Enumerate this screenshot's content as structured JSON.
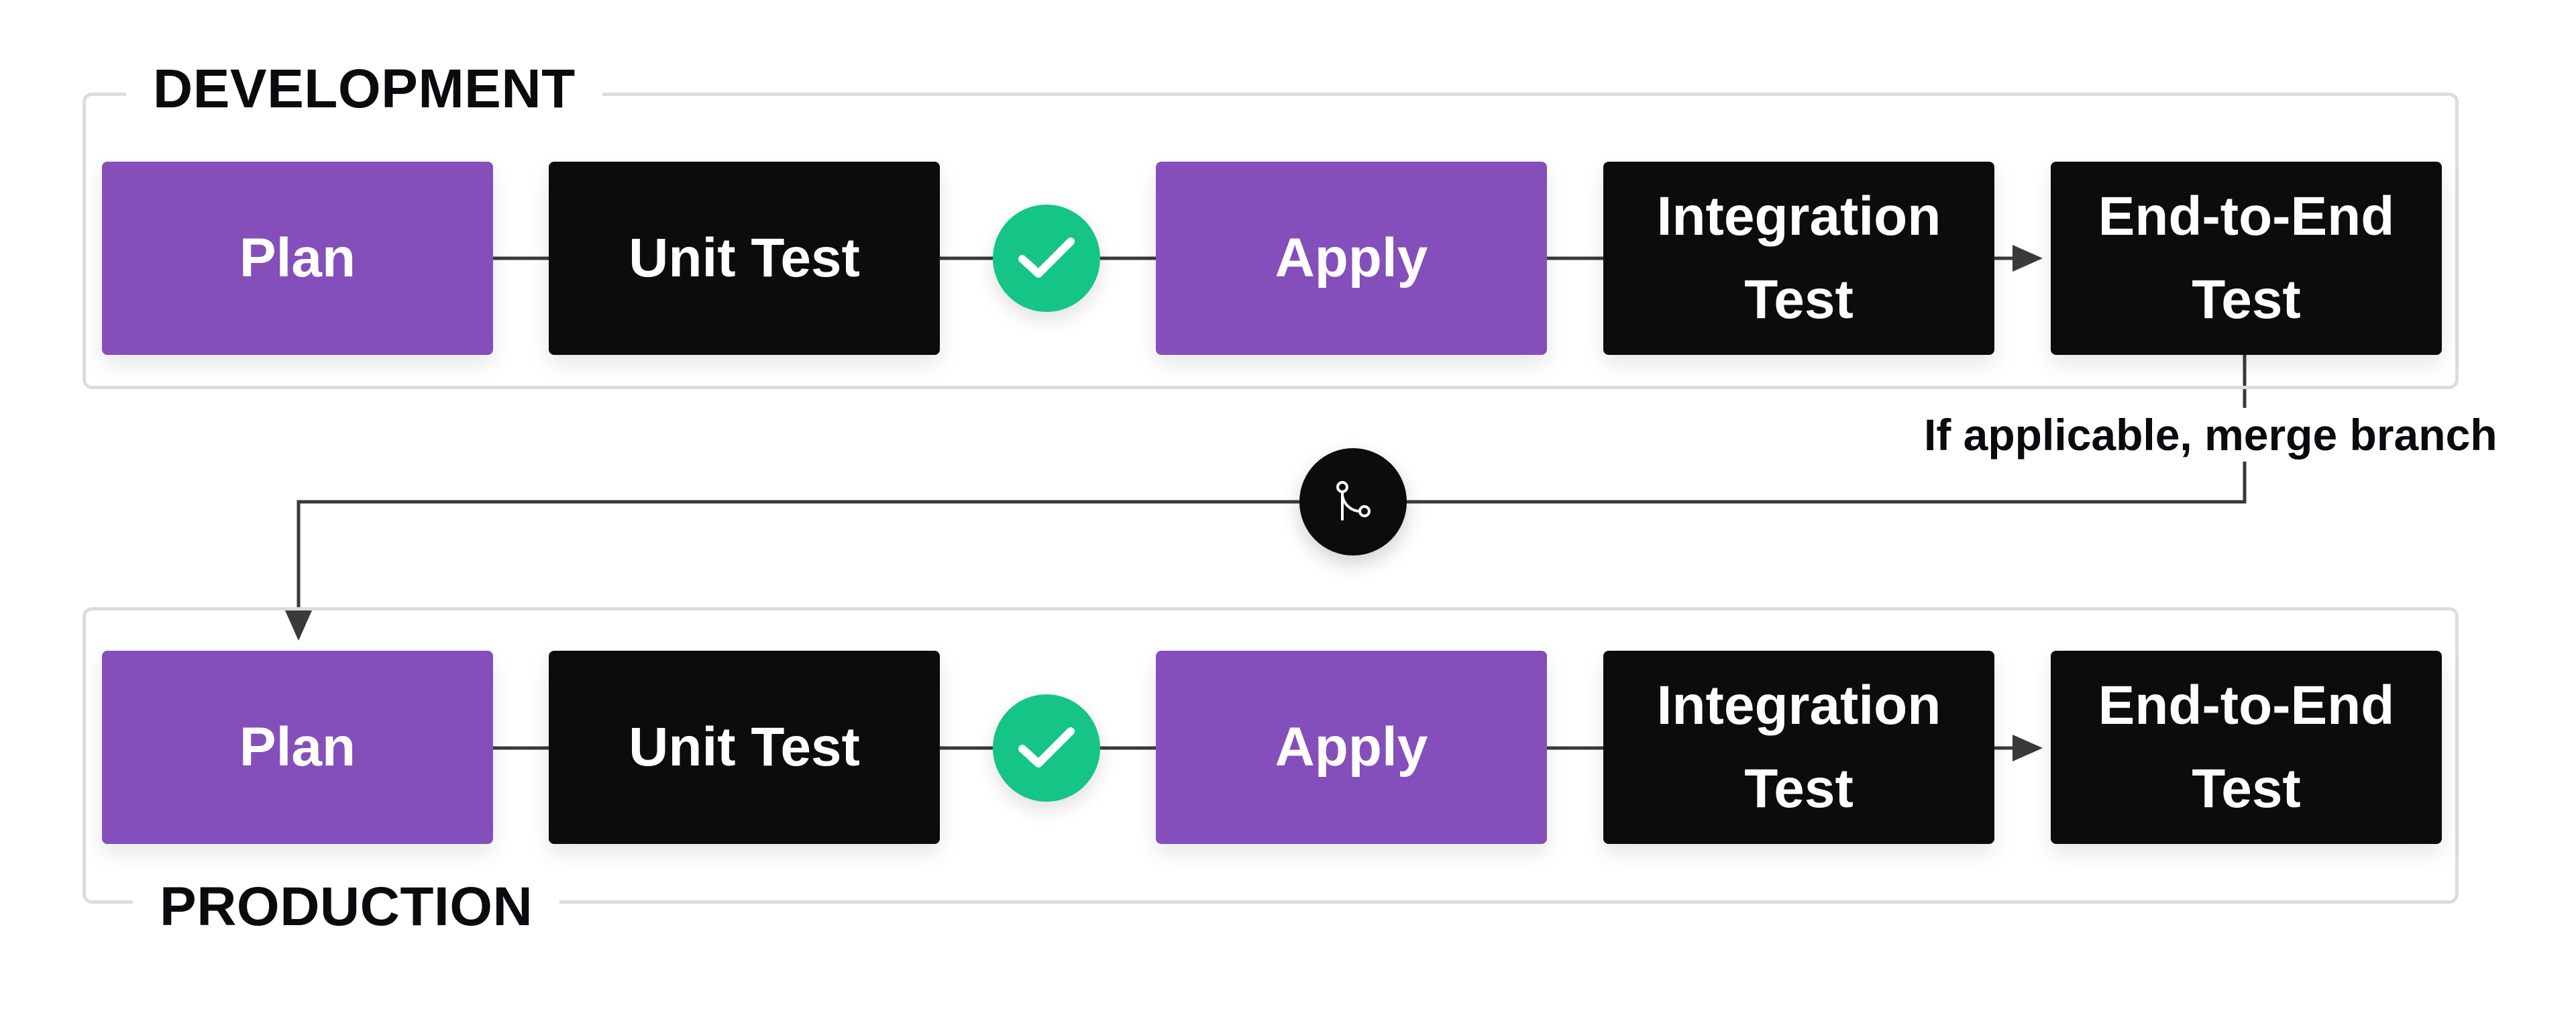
{
  "sections": {
    "development": {
      "title": "DEVELOPMENT",
      "steps": [
        {
          "label": "Plan",
          "style": "purple"
        },
        {
          "label": "Unit Test",
          "style": "black"
        },
        {
          "label": "Apply",
          "style": "purple"
        },
        {
          "label": "Integration\nTest",
          "style": "black"
        },
        {
          "label": "End-to-End\nTest",
          "style": "black"
        }
      ],
      "checkpoint_icon": "check-icon"
    },
    "production": {
      "title": "PRODUCTION",
      "steps": [
        {
          "label": "Plan",
          "style": "purple"
        },
        {
          "label": "Unit Test",
          "style": "black"
        },
        {
          "label": "Apply",
          "style": "purple"
        },
        {
          "label": "Integration\nTest",
          "style": "black"
        },
        {
          "label": "End-to-End\nTest",
          "style": "black"
        }
      ],
      "checkpoint_icon": "check-icon"
    }
  },
  "transition": {
    "label": "If applicable, merge branch",
    "icon": "git-merge-icon"
  },
  "colors": {
    "purple": "#844fba",
    "black": "#0c0c0e",
    "check_green": "#14c586",
    "border": "#dcdcdc",
    "line": "#3a3a3a"
  }
}
